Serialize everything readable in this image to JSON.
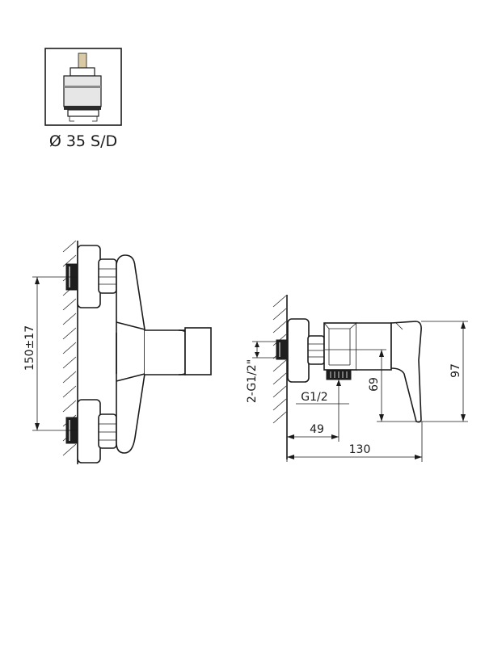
{
  "cartridge": {
    "label": "Ø 35 S/D"
  },
  "front_view": {
    "dim_height": "150±17"
  },
  "side_view": {
    "dim_inlet": "2-G1/2\"",
    "dim_outlet": "G1/2",
    "dim_69": "69",
    "dim_97": "97",
    "dim_49": "49",
    "dim_130": "130"
  }
}
